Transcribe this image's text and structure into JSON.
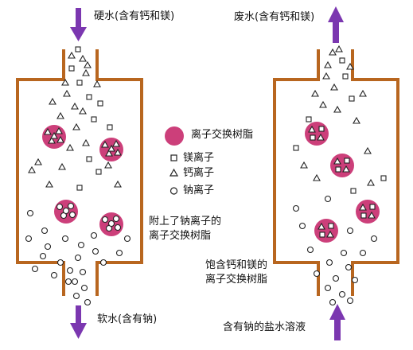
{
  "colors": {
    "vessel": "#b8661f",
    "arrow": "#7b37b0",
    "resin": "#cc3f7a",
    "ion_stroke": "#222222"
  },
  "left": {
    "top_label": "硬水(含有钙和镁)",
    "bottom_label": "软水(含有钠)"
  },
  "right": {
    "top_label": "废水(含有钙和镁)",
    "bottom_label": "含有钠的盐水溶液"
  },
  "legend": {
    "resin": "离子交换树脂",
    "magnesium": "镁离子",
    "calcium": "钙离子",
    "sodium": "钠离子",
    "sodium_resin_line1": "附上了钠离子的",
    "sodium_resin_line2": "离子交换树脂",
    "loaded_resin_line1": "饱含钙和镁的",
    "loaded_resin_line2": "离子交换树脂"
  },
  "icons": {
    "magnesium": "square-icon",
    "calcium": "triangle-icon",
    "sodium": "circle-icon",
    "resin": "resin-bead-icon"
  }
}
